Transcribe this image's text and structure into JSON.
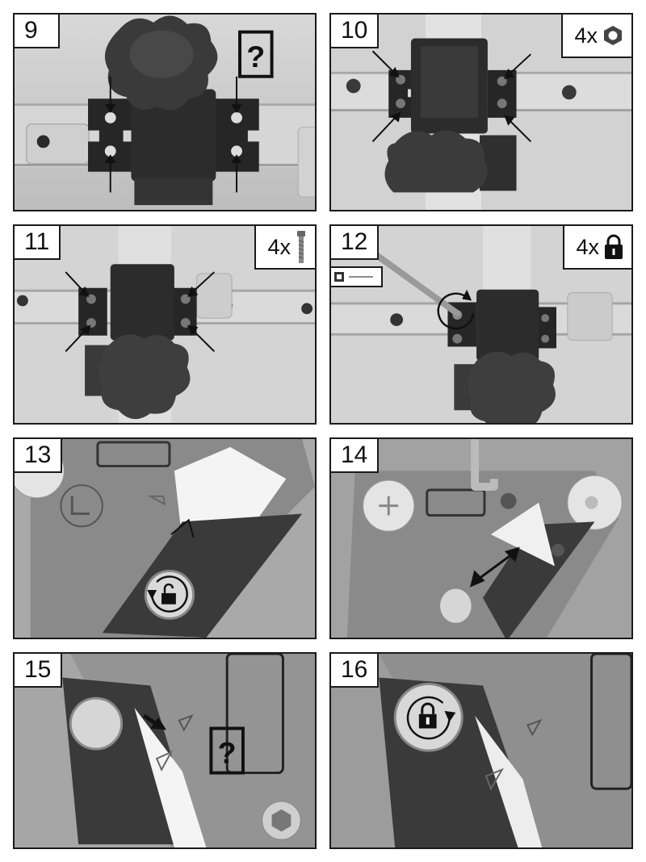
{
  "panels": [
    {
      "step": "9"
    },
    {
      "step": "10",
      "qty": "4x",
      "qty_icon": "hex-nut-icon"
    },
    {
      "step": "11",
      "qty": "4x",
      "qty_icon": "screw-icon"
    },
    {
      "step": "12",
      "qty": "4x",
      "qty_icon": "padlock-icon",
      "tool_icon": "hex-key-icon"
    },
    {
      "step": "13"
    },
    {
      "step": "14"
    },
    {
      "step": "15"
    },
    {
      "step": "16"
    }
  ],
  "colors": {
    "border": "#1a1a1a",
    "photo_bg": "#c8c8c8",
    "part": "#262626"
  }
}
